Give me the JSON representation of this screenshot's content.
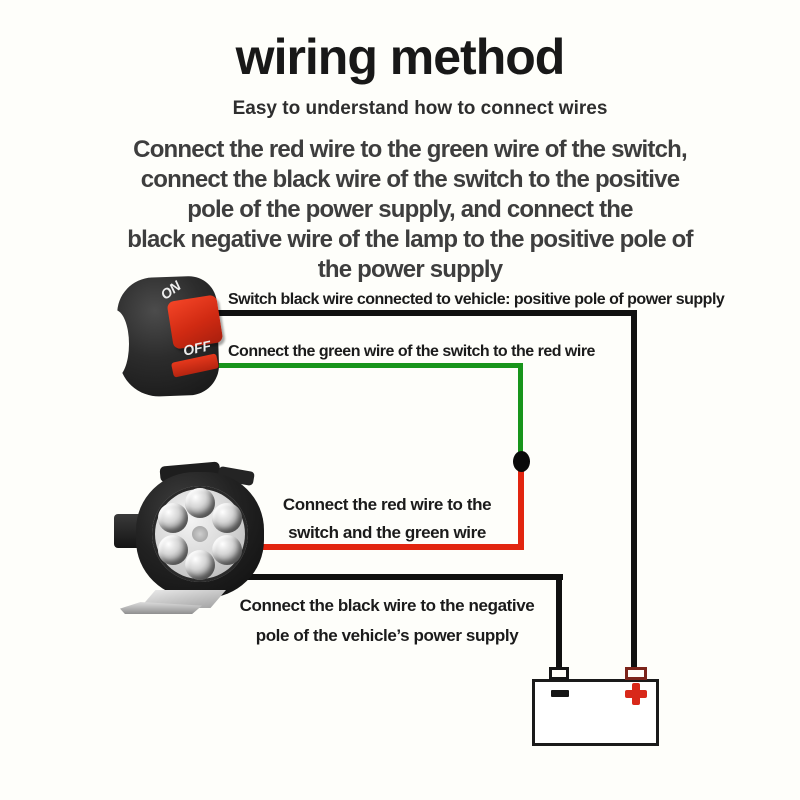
{
  "page": {
    "title": "wiring method",
    "subtitle": "Easy to understand how to connect wires"
  },
  "instructions": {
    "lines": [
      "Connect the red wire to the green wire of the switch,",
      "connect the black wire of the switch to the positive",
      "pole of the power supply, and connect the",
      "black negative wire of the lamp to the positive pole of",
      "the power supply"
    ]
  },
  "diagram": {
    "switch": {
      "on_label": "ON",
      "off_label": "OFF"
    },
    "labels": {
      "switch_black_wire": "Switch black wire connected to vehicle: positive pole of power supply",
      "green_wire": "Connect the green wire of the switch to the red wire",
      "red_wire_line1": "Connect the red wire to the",
      "red_wire_line2": "switch and the green wire",
      "black_wire_line1": "Connect the black wire to the negative",
      "black_wire_line2": "pole of the vehicle’s power supply"
    },
    "battery": {
      "negative_symbol": "−",
      "positive_symbol": "+"
    },
    "colors": {
      "black_wire": "#101010",
      "green_wire": "#18951b",
      "red_wire": "#e2250f",
      "battery_positive_accent": "#d8281a"
    }
  }
}
